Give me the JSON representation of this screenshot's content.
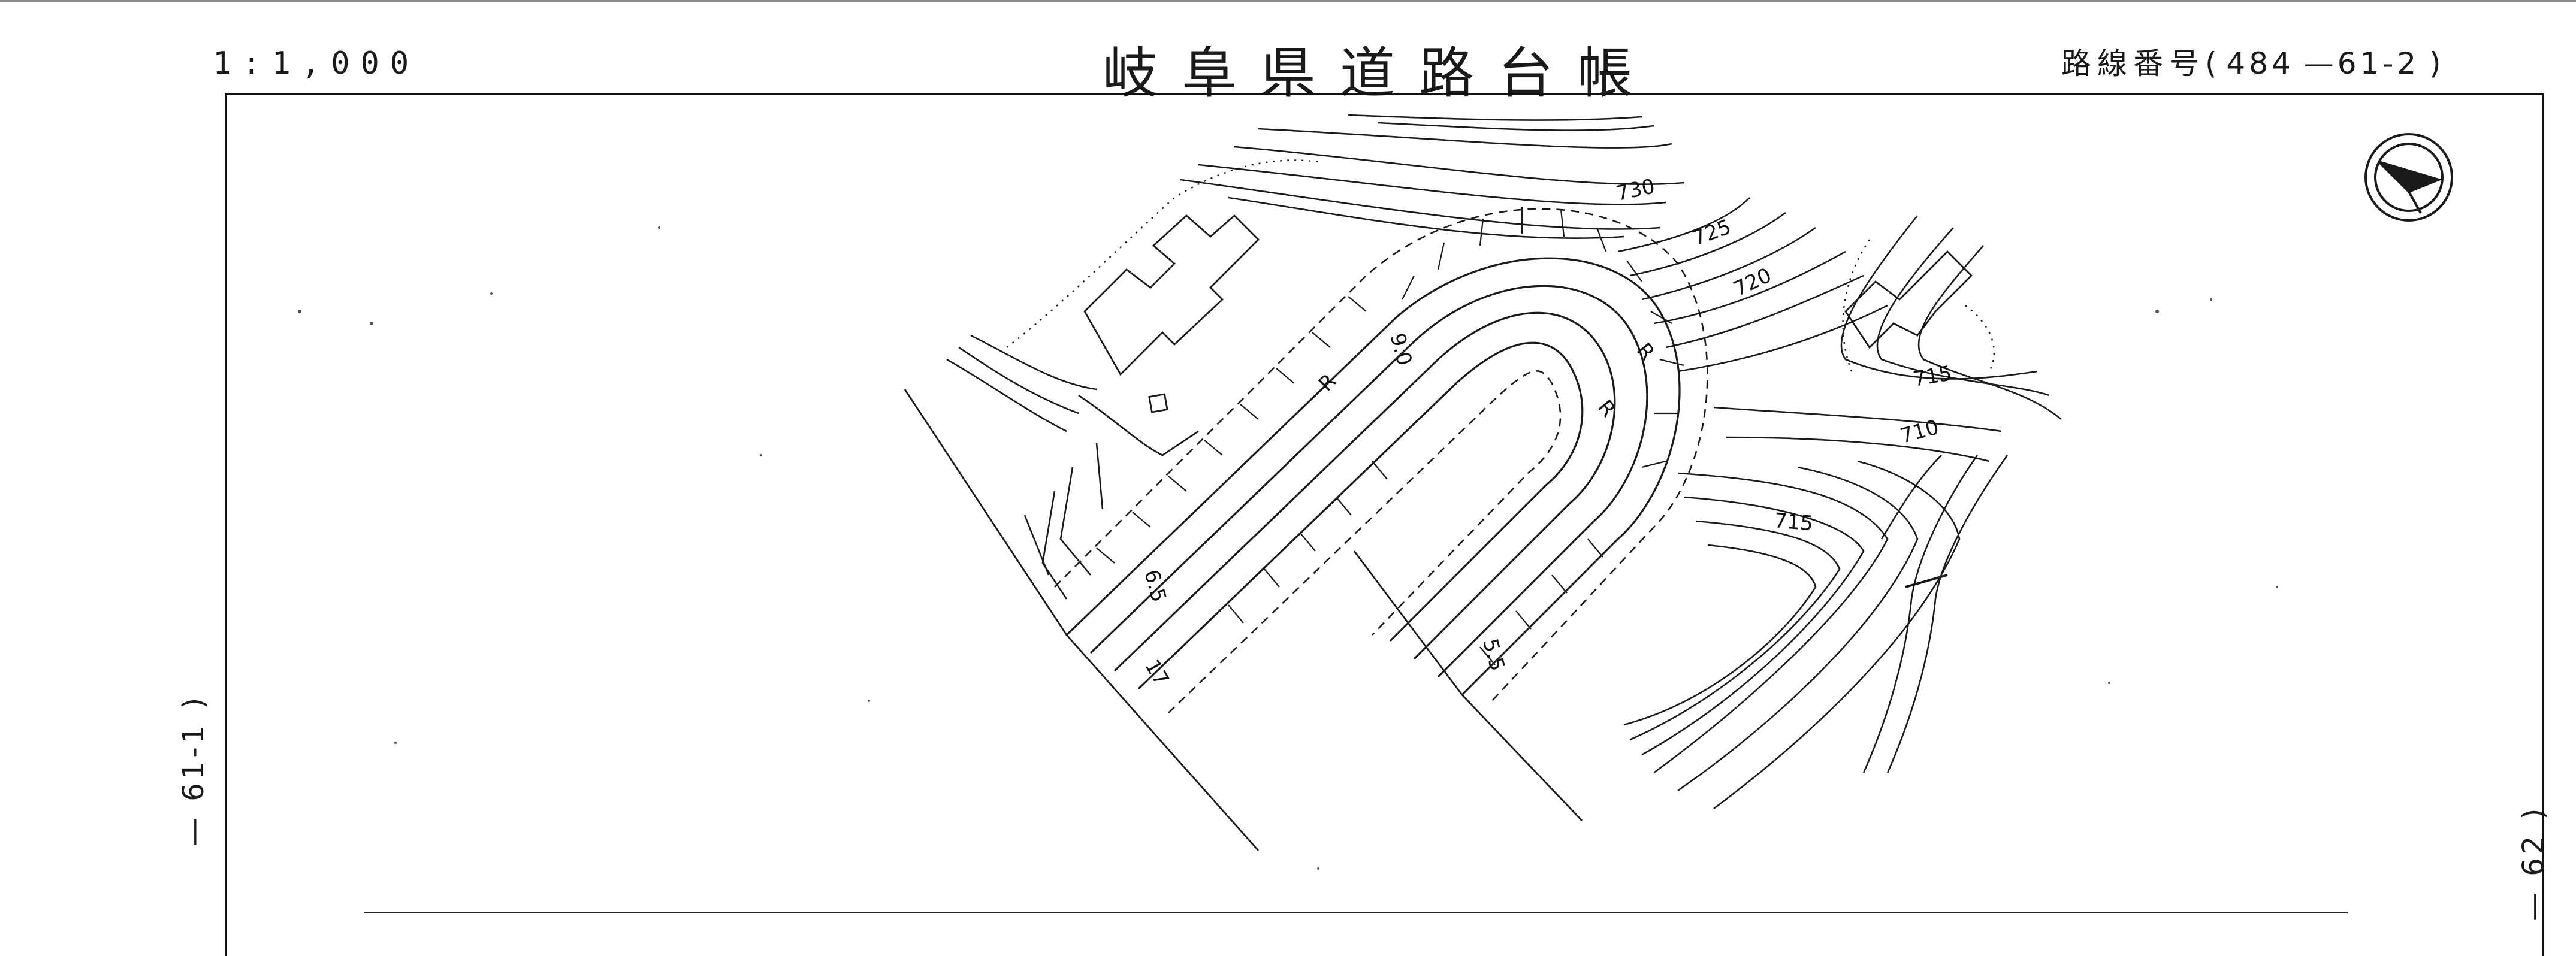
{
  "header": {
    "scale": "1:1,000",
    "title": "岐阜県道路台帳",
    "route_label": "路線番号",
    "route_open": "(",
    "route_number": "484",
    "route_section": "—61-2",
    "route_close": ")"
  },
  "side": {
    "left_label": "— 61-1 )",
    "right_label": "— 62 )"
  },
  "map": {
    "contour_labels": {
      "c730": "730",
      "c725": "725",
      "c720": "720",
      "c715a": "715",
      "c710": "710",
      "c715b": "715"
    },
    "road_labels": {
      "w90": "9.0",
      "w65": "6.5",
      "w55": "5.5",
      "r1": "R",
      "r2": "R",
      "r3": "R",
      "station": "17"
    },
    "north_arrow_icon": "north-arrow-icon"
  }
}
